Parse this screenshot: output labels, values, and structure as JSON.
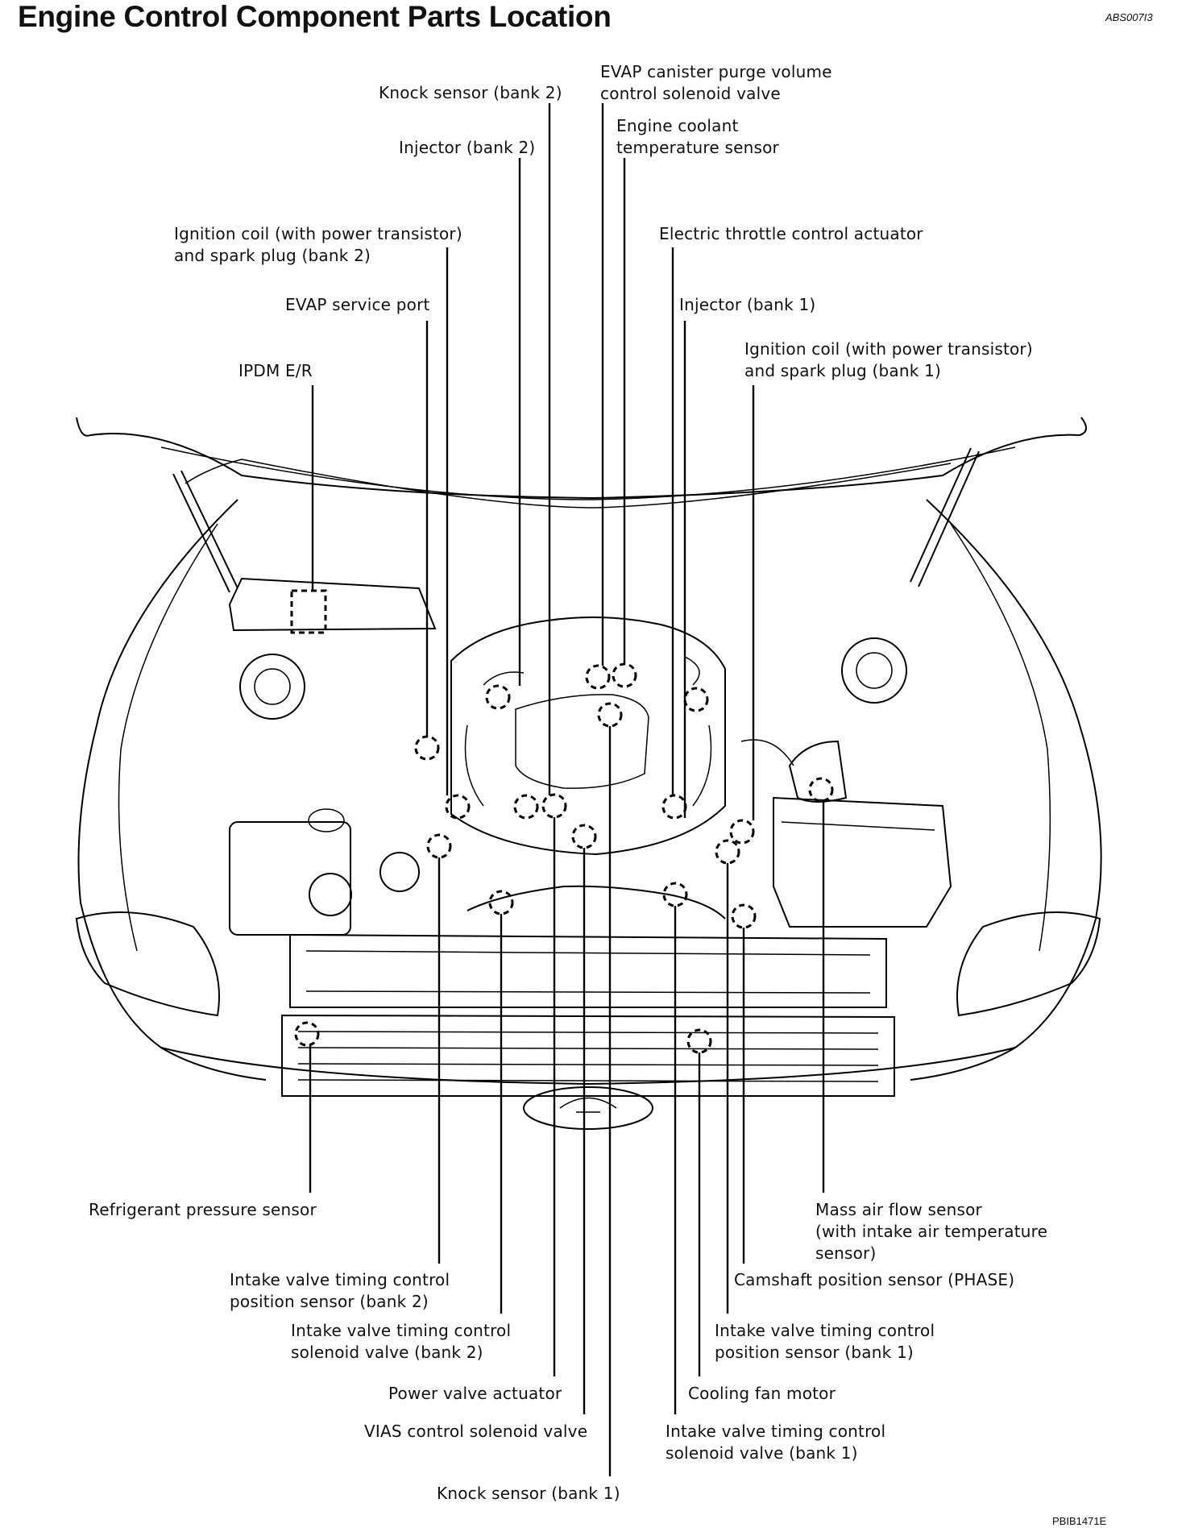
{
  "header": {
    "title": "Engine Control Component Parts Location",
    "ref_code": "ABS007I3"
  },
  "footer": {
    "figure_code": "PBIB1471E"
  },
  "labels": {
    "knock_sensor_bank2": "Knock sensor (bank 2)",
    "evap_purge_1": "EVAP canister purge volume",
    "evap_purge_2": "control solenoid valve",
    "injector_bank2": "Injector (bank 2)",
    "coolant_temp_1": "Engine coolant",
    "coolant_temp_2": "temperature sensor",
    "ignition_bank2_1": "Ignition coil (with power transistor)",
    "ignition_bank2_2": "and spark plug (bank 2)",
    "throttle_actuator": "Electric throttle control actuator",
    "evap_service_port": "EVAP service port",
    "injector_bank1": "Injector (bank 1)",
    "ignition_bank1_1": "Ignition coil (with power transistor)",
    "ignition_bank1_2": "and spark plug (bank 1)",
    "ipdm": "IPDM E/R",
    "refrigerant_sensor": "Refrigerant pressure sensor",
    "maf_1": "Mass air flow sensor",
    "maf_2": "(with intake air temperature",
    "maf_3": "sensor)",
    "ivt_pos_bank2_1": "Intake valve timing control",
    "ivt_pos_bank2_2": "position sensor (bank 2)",
    "camshaft_sensor": "Camshaft position sensor (PHASE)",
    "ivt_sol_bank2_1": "Intake valve timing control",
    "ivt_sol_bank2_2": "solenoid valve (bank 2)",
    "ivt_pos_bank1_1": "Intake valve timing control",
    "ivt_pos_bank1_2": "position sensor (bank 1)",
    "power_valve": "Power valve actuator",
    "cooling_fan": "Cooling fan motor",
    "vias": "VIAS control solenoid valve",
    "ivt_sol_bank1_1": "Intake valve timing control",
    "ivt_sol_bank1_2": "solenoid valve (bank 1)",
    "knock_sensor_bank1": "Knock sensor (bank 1)"
  }
}
